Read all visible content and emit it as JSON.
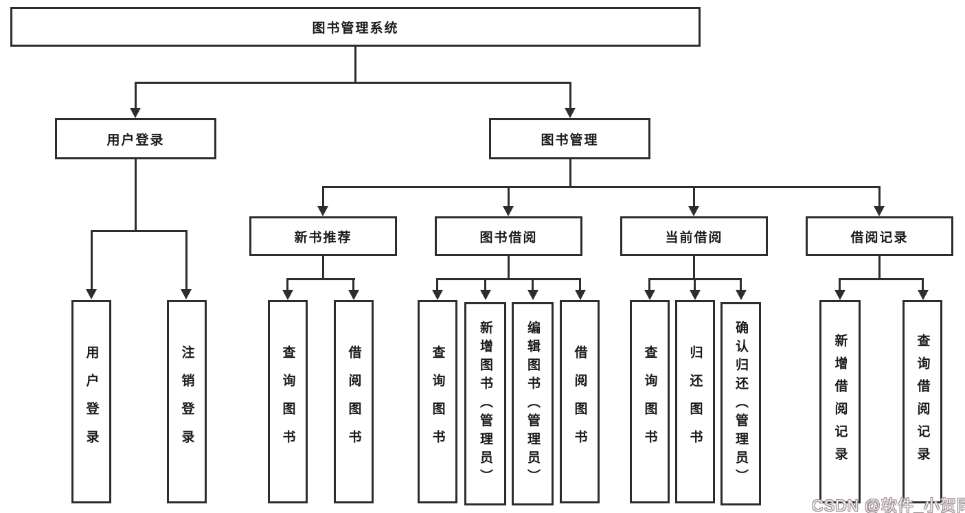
{
  "colors": {
    "line": "#2d2d2d",
    "box_border": "#2d2d2d",
    "box_fill": "#ffffff",
    "text": "#1b1b1b",
    "watermark_fill": "#f3ecec",
    "watermark_outline": "#988c8e",
    "background": "#ffffff"
  },
  "watermark": {
    "text": "CSDN @软件_小贺同学"
  },
  "tree": {
    "root": {
      "label": "图书管理系统"
    },
    "branches": [
      {
        "label": "用户登录",
        "children": [
          {
            "label": "用户登录"
          },
          {
            "label": "注销登录"
          }
        ]
      },
      {
        "label": "图书管理",
        "groups": [
          {
            "label": "新书推荐",
            "children": [
              {
                "label": "查询图书"
              },
              {
                "label": "借阅图书"
              }
            ]
          },
          {
            "label": "图书借阅",
            "children": [
              {
                "label": "查询图书"
              },
              {
                "label": "新增图书（管理员）"
              },
              {
                "label": "编辑图书（管理员）"
              },
              {
                "label": "借阅图书"
              }
            ]
          },
          {
            "label": "当前借阅",
            "children": [
              {
                "label": "查询图书"
              },
              {
                "label": "归还图书"
              },
              {
                "label": "确认归还（管理员）"
              }
            ]
          },
          {
            "label": "借阅记录",
            "children": [
              {
                "label": "新增借阅记录"
              },
              {
                "label": "查询借阅记录"
              }
            ]
          }
        ]
      }
    ]
  }
}
